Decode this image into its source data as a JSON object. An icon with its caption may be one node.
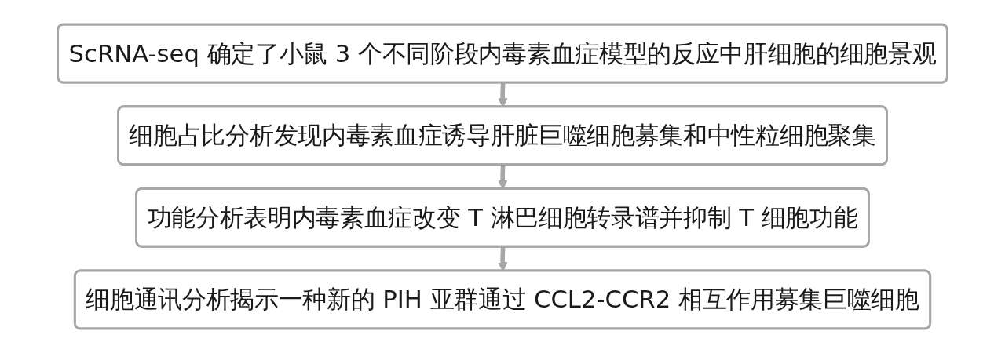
{
  "diagram": {
    "nodes": [
      {
        "text": [
          "ScRNA-seq 确定了小鼠 3 个不同阶段内毒素血症模型的反应中肝细胞的细胞景观"
        ]
      },
      {
        "text": [
          "细胞占比分析发现内毒素血症诱导肝脏巨噬细胞募集和中性粒细胞聚集"
        ]
      },
      {
        "text": [
          "功能分析表明内毒素血症改变 T 淋巴细胞转录谱并抑制 T 细胞功能"
        ]
      },
      {
        "text": [
          "细胞通讯分析揭示一种新的 PIH 亚群通过 CCL2-CCR2 相互作用募集巨噬细胞"
        ]
      }
    ],
    "edges": [
      {
        "from": 0,
        "to": 1,
        "arrow": "to"
      },
      {
        "from": 1,
        "to": 2,
        "arrow": "to"
      },
      {
        "from": 2,
        "to": 3,
        "arrow": "to"
      }
    ]
  }
}
